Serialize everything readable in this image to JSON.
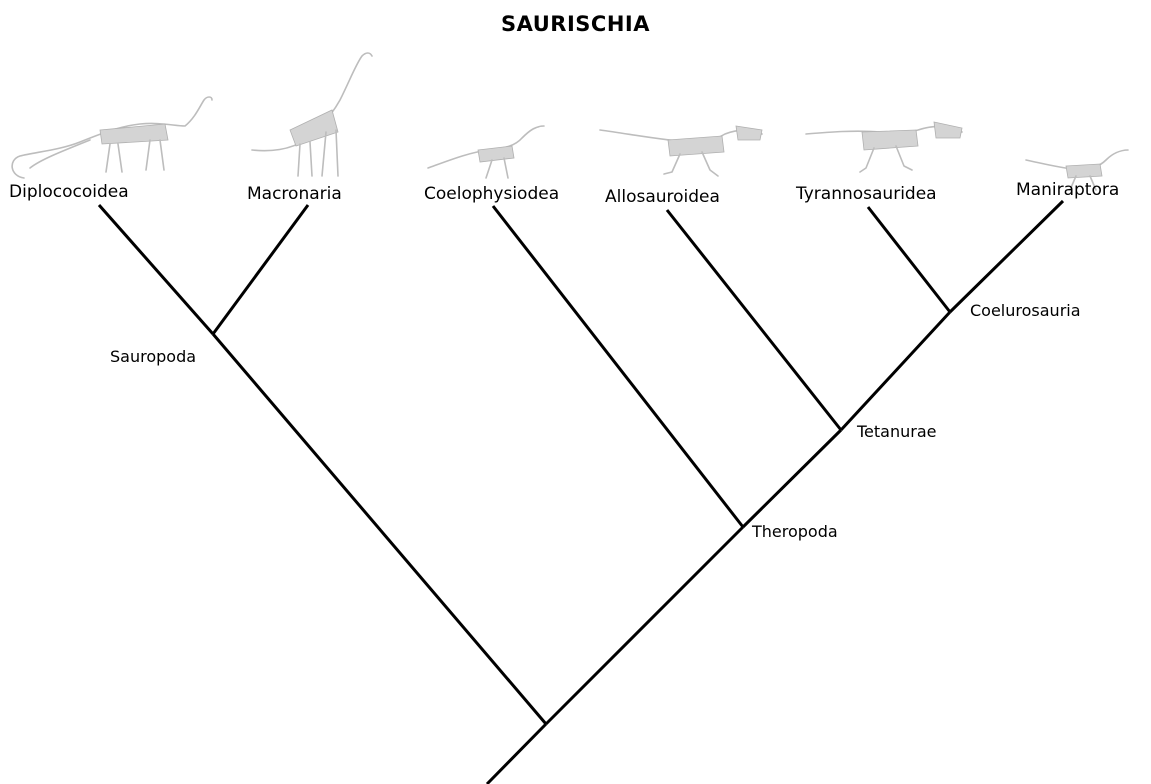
{
  "title": "SAURISCHIA",
  "taxa": {
    "diplococoidea": "Diplococoidea",
    "macronaria": "Macronaria",
    "coelophysiodea": "Coelophysiodea",
    "allosauroidea": "Allosauroidea",
    "tyrannosauridea": "Tyrannosauridea",
    "maniraptora": "Maniraptora"
  },
  "clades": {
    "sauropoda": "Sauropoda",
    "theropoda": "Theropoda",
    "tetanurae": "Tetanurae",
    "coelurosauria": "Coelurosauria"
  },
  "illustrations": [
    "diplodocus-skeleton-icon",
    "brachiosaurus-skeleton-icon",
    "coelophysis-skeleton-icon",
    "allosaurus-skeleton-icon",
    "tyrannosaurus-skeleton-icon",
    "velociraptor-skeleton-icon"
  ],
  "colors": {
    "branch": "#000000",
    "skeleton": "#bdbdbd",
    "background": "#ffffff"
  }
}
